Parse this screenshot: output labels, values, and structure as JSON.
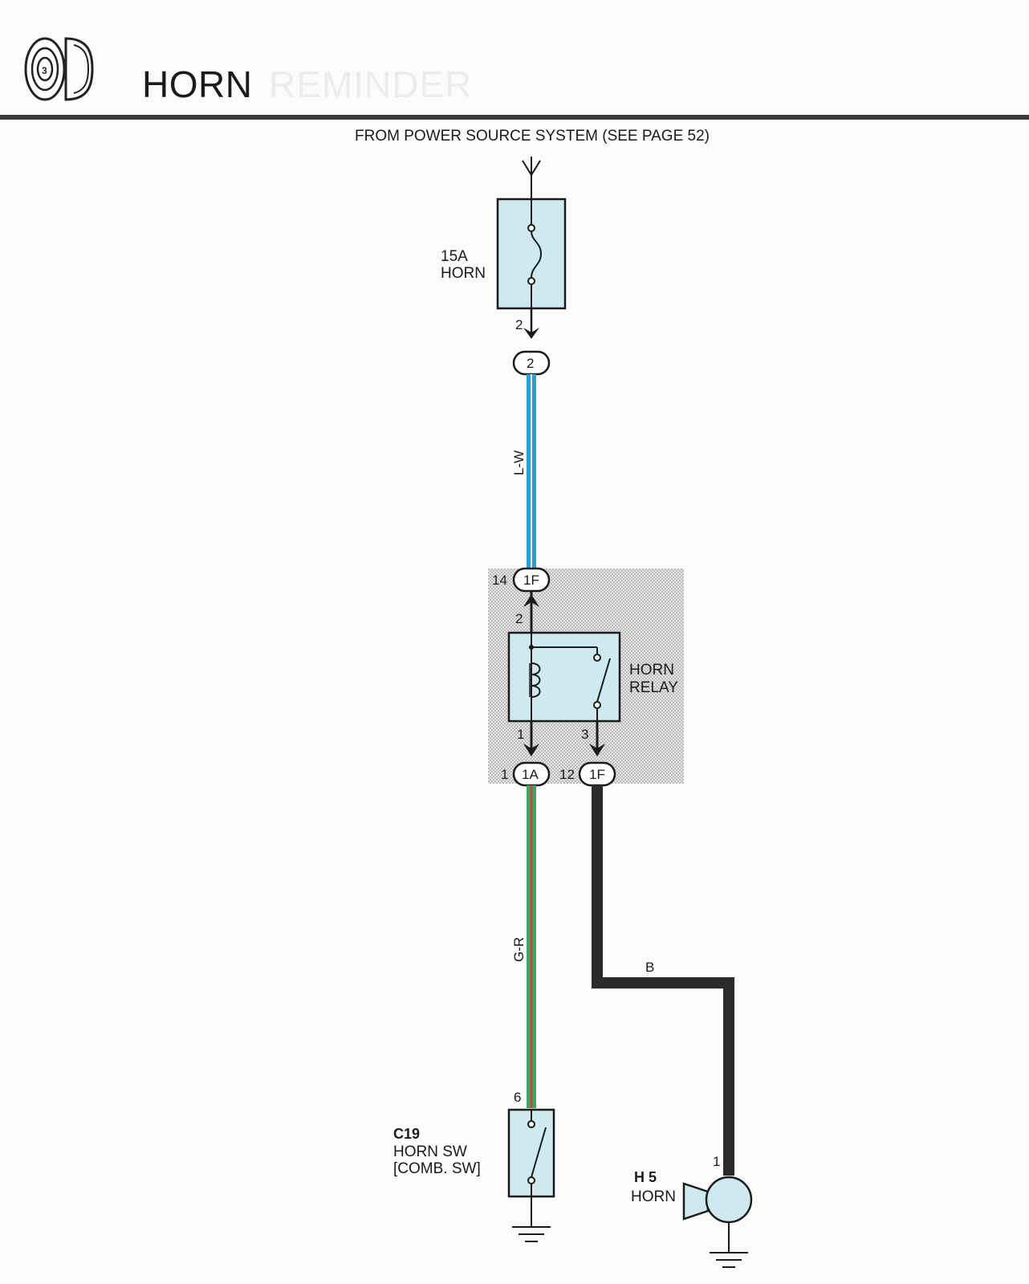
{
  "header": {
    "title": "HORN",
    "ghost_title": "REMINDER",
    "section_icon": "horn-speaker-icon"
  },
  "source": {
    "label": "FROM POWER SOURCE SYSTEM (SEE PAGE 52)"
  },
  "fuse": {
    "rating": "15A",
    "name": "HORN",
    "pin_top": "",
    "pin_bottom": "2",
    "connector": "2"
  },
  "wires": {
    "upper": "L-W",
    "lower": "G-R",
    "ground_relay": "B"
  },
  "relay": {
    "name_line1": "HORN",
    "name_line2": "RELAY",
    "pin_top": "2",
    "pin_coil_bottom": "1",
    "pin_switch_bottom": "3",
    "conn_top_pin": "14",
    "conn_top": "1F",
    "conn_bl_pin": "1",
    "conn_bl": "1A",
    "conn_br_pin": "12",
    "conn_br": "1F"
  },
  "horn_switch": {
    "code": "C19",
    "name": "HORN SW",
    "part": "[COMB.  SW]",
    "pin": "6"
  },
  "horn": {
    "code": "H 5",
    "name": "HORN",
    "pin": "1"
  },
  "colors": {
    "wire_blue": "#2aa0cf",
    "wire_green": "#3aa76a",
    "wire_red": "#c8463c",
    "wire_black": "#2b2b2b",
    "component_fill": "#cfe9f1",
    "relay_box_fill": "#d9d9d9"
  }
}
